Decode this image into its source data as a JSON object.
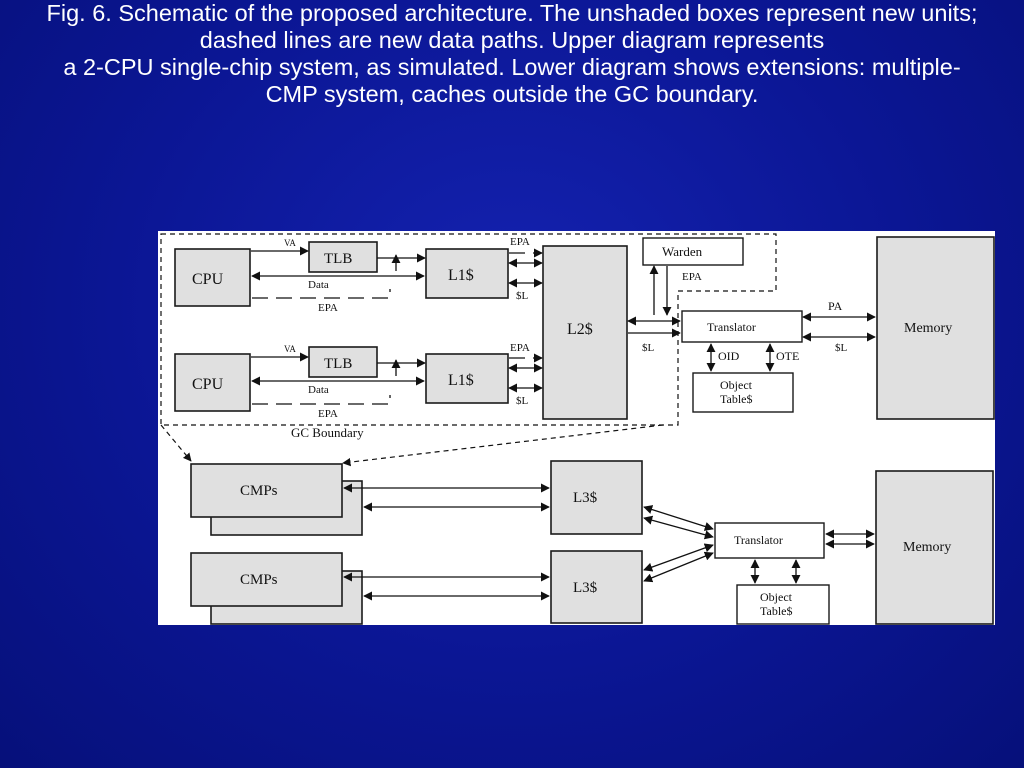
{
  "caption": {
    "line1": "Fig. 6. Schematic of the proposed architecture. The unshaded boxes represent new units; dashed lines are new data paths. Upper diagram represents",
    "line2": "a 2-CPU single-chip system, as simulated. Lower diagram shows extensions: multiple-CMP system, caches outside the GC boundary."
  },
  "diagram": {
    "cpu_label": "CPU",
    "tlb_label": "TLB",
    "l1_label": "L1$",
    "l2_label": "L2$",
    "va_label": "VA",
    "data_label": "Data",
    "epa_label": "EPA",
    "sl_label": "$L",
    "warden_label": "Warden",
    "translator_label": "Translator",
    "pa_label": "PA",
    "memory_label": "Memory",
    "oid_label": "OID",
    "ote_label": "OTE",
    "object_label": "Object",
    "table_label": "Table$",
    "gc_boundary_label": "GC Boundary",
    "cmps_label": "CMPs",
    "l3_label": "L3$"
  }
}
